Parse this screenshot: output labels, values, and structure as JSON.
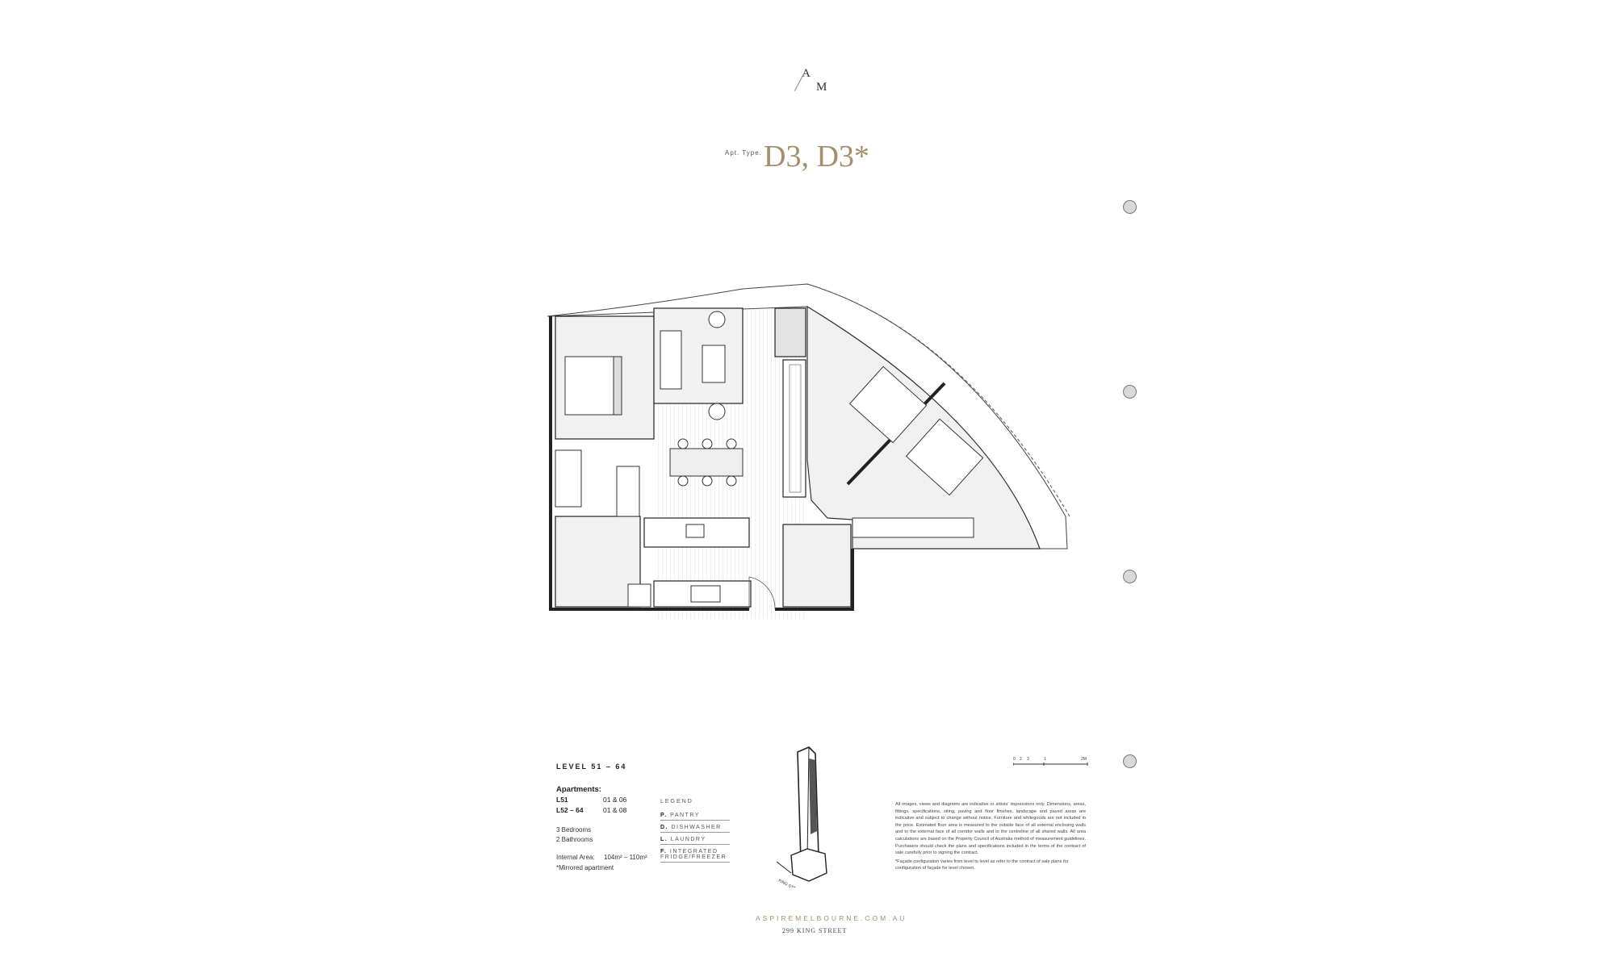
{
  "logo": {
    "top": "A",
    "bottom": "M"
  },
  "header": {
    "apt_type_label": "Apt. Type.",
    "apt_type_value": "D3, D3*"
  },
  "level": "LEVEL  51 – 64",
  "apartments": {
    "heading": "Apartments:",
    "rows": [
      {
        "level": "L51",
        "units": "01 & 06"
      },
      {
        "level": "L52 – 64",
        "units": "01 & 08"
      }
    ],
    "bedrooms": "3 Bedrooms",
    "bathrooms": "2 Bathrooms",
    "internal_area_label": "Internal Area:",
    "internal_area_value": "104m² – 110m²",
    "mirrored_note": "*Mirrored apartment"
  },
  "legend": {
    "title": "LEGEND",
    "items": [
      {
        "key": "P.",
        "label": "PANTRY"
      },
      {
        "key": "D.",
        "label": "DISHWASHER"
      },
      {
        "key": "L.",
        "label": "LAUNDRY"
      },
      {
        "key": "F.",
        "label": "INTEGRATED FRIDGE/FREEZER"
      }
    ]
  },
  "scale_bar": {
    "labels": [
      "0",
      "2",
      "3",
      "",
      "1",
      "",
      "2M"
    ]
  },
  "disclaimer": "All images, views and diagrams are indicative or artists' impressions only. Dimensions, areas, fittings, specifications, siting, paving and floor finishes, landscape and paved areas are indicative and subject to change without notice. Furniture and whitegoods are not included in the price. Estimated floor area is measured to the outside face of all external enclosing walls and to the external face of all corridor walls and to the centreline of all shared walls. All area calculations are based on the Property Council of Australia method of measurement guidelines. Purchasers should check the plans and specifications included in the terms of the contract of sale carefully prior to signing the contract.",
  "facade_note": "*Façade configuration varies from level to level as refer to the contract of sale plans for configuration of façade for level chosen.",
  "footer": {
    "website": "ASPIREMELBOURNE.COM.AU",
    "street": "299 KING STREET"
  },
  "tower_label": "KING STREET",
  "colors": {
    "accent": "#a58e6c",
    "wall": "#222222",
    "fill": "#f1f1f1"
  }
}
